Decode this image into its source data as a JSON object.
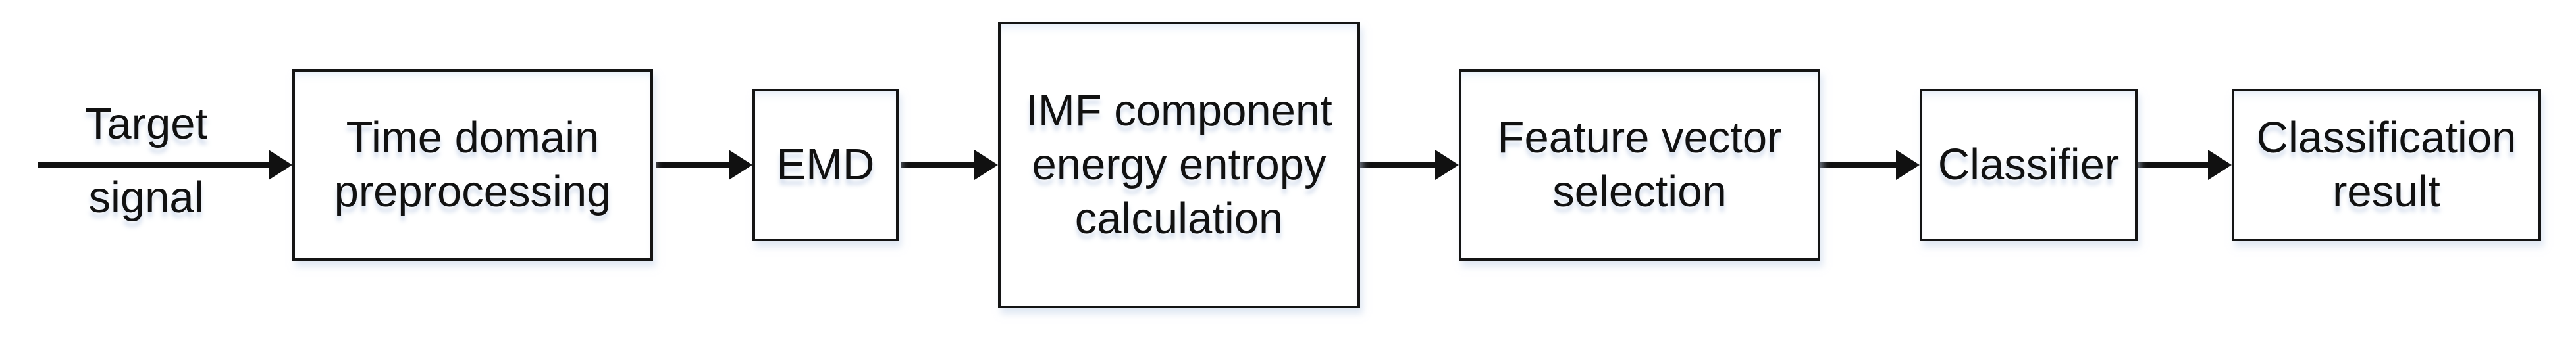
{
  "figure": {
    "type": "flowchart",
    "background": "#ffffff",
    "stroke_color": "#141414",
    "glow_color": "#c7d5ea",
    "input_label": {
      "line1": "Target",
      "line2": "signal"
    },
    "nodes": [
      {
        "id": "time-domain-preprocessing",
        "lines": [
          "Time domain",
          "preprocessing"
        ]
      },
      {
        "id": "emd",
        "lines": [
          "EMD"
        ]
      },
      {
        "id": "imf-energy-entropy-calculation",
        "lines": [
          "IMF component",
          "energy entropy",
          "calculation"
        ]
      },
      {
        "id": "feature-vector-selection",
        "lines": [
          "Feature vector",
          "selection"
        ]
      },
      {
        "id": "classifier",
        "lines": [
          "Classifier"
        ]
      },
      {
        "id": "classification-result",
        "lines": [
          "Classification",
          "result"
        ]
      }
    ],
    "flow_order": [
      "Target signal",
      "Time domain preprocessing",
      "EMD",
      "IMF component energy entropy calculation",
      "Feature vector selection",
      "Classifier",
      "Classification result"
    ]
  }
}
